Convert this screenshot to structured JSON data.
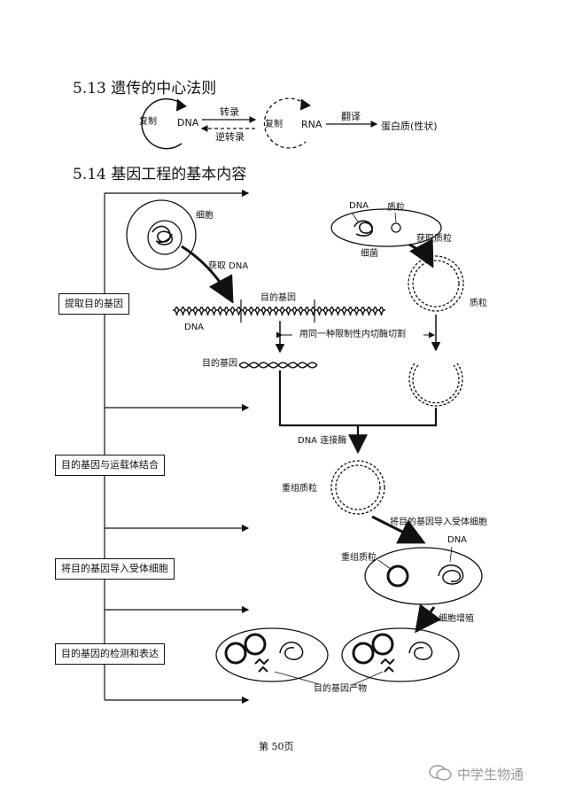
{
  "section1": {
    "heading": "5.13 遗传的中心法则",
    "dna": "DNA",
    "rna": "RNA",
    "replicate_left": "复制",
    "replicate_right": "复制",
    "transcription": "转录",
    "reverse_transcription": "逆转录",
    "translation": "翻译",
    "protein": "蛋白质(性状)"
  },
  "section2": {
    "heading": "5.14 基因工程的基本内容",
    "steps": [
      "提取目的基因",
      "目的基因与运载体结合",
      "将目的基因导入受体细胞",
      "目的基因的检测和表达"
    ],
    "labels": {
      "cell": "细胞",
      "get_dna": "获取 DNA",
      "target_gene_top": "目的基因",
      "dna_strand": "DNA",
      "target_gene_fragment": "目的基因",
      "same_enzyme": "用同一种限制性内切酶切割",
      "bacteria_dna": "DNA",
      "plasmid_top": "质粒",
      "bacterium": "细菌",
      "get_plasmid": "获取质粒",
      "plasmid_right": "质粒",
      "ligase": "DNA 连接酶",
      "recombinant_plasmid": "重组质粒",
      "introduce": "将目的基因导入受体细胞",
      "recipient_plasmid": "重组质粒",
      "recipient_dna": "DNA",
      "proliferate": "细胞增殖",
      "gene_product": "目的基因产物"
    }
  },
  "footer": {
    "page": "第 50页"
  },
  "watermark": {
    "text": "中学生物通"
  }
}
